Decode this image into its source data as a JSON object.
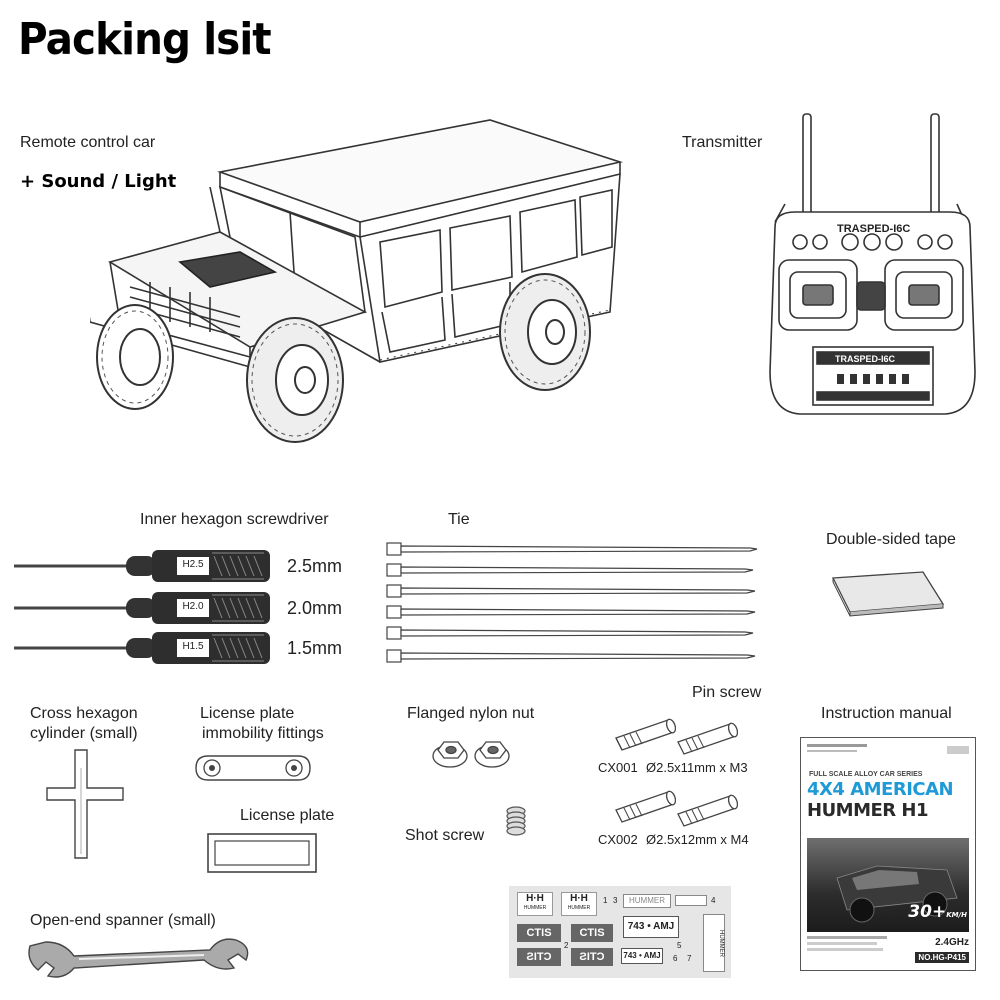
{
  "title": "Packing lsit",
  "car": {
    "label": "Remote control car",
    "extras": "+  Sound / Light"
  },
  "transmitter": {
    "label": "Transmitter",
    "brand": "TRASPED-I6C",
    "brand2": "TRASPED-I6C"
  },
  "screwdriver": {
    "label": "Inner hexagon screwdriver",
    "items": [
      {
        "handle": "H2.5",
        "size": "2.5mm"
      },
      {
        "handle": "H2.0",
        "size": "2.0mm"
      },
      {
        "handle": "H1.5",
        "size": "1.5mm"
      }
    ]
  },
  "tie": {
    "label": "Tie"
  },
  "tape": {
    "label": "Double-sided tape"
  },
  "cross_hex": {
    "label_line1": "Cross hexagon",
    "label_line2": "cylinder (small)"
  },
  "license_fittings": {
    "label_line1": "License plate",
    "label_line2": "immobility fittings"
  },
  "license_plate": {
    "label": "License plate"
  },
  "nylon_nut": {
    "label": "Flanged nylon nut"
  },
  "shot_screw": {
    "label": "Shot screw"
  },
  "pin_screw": {
    "label": "Pin screw",
    "items": [
      {
        "code": "CX001",
        "spec": "Ø2.5x11mm x M3"
      },
      {
        "code": "CX002",
        "spec": "Ø2.5x12mm x M4"
      }
    ]
  },
  "manual": {
    "label": "Instruction manual",
    "series": "FULL SCALE ALLOY CAR SERIES",
    "headline1": "4X4 AMERICAN",
    "headline2": "HUMMER H1",
    "speed": "30+",
    "speed_unit": "KM/H",
    "freq": "2.4GHz",
    "model_no": "NO.HG-P415"
  },
  "spanner": {
    "label": "Open-end spanner (small)"
  },
  "stickers": {
    "plate_text": "743 • AMJ",
    "plate_text2": "743 • AMJ",
    "ctis": "CTIS",
    "hummer": "HUMMER",
    "numbers": [
      "1",
      "2",
      "3",
      "4",
      "5",
      "6",
      "7"
    ]
  },
  "colors": {
    "text": "#222222",
    "manual_blue": "#1e9ad6",
    "manual_dark": "#2a2a2a"
  }
}
